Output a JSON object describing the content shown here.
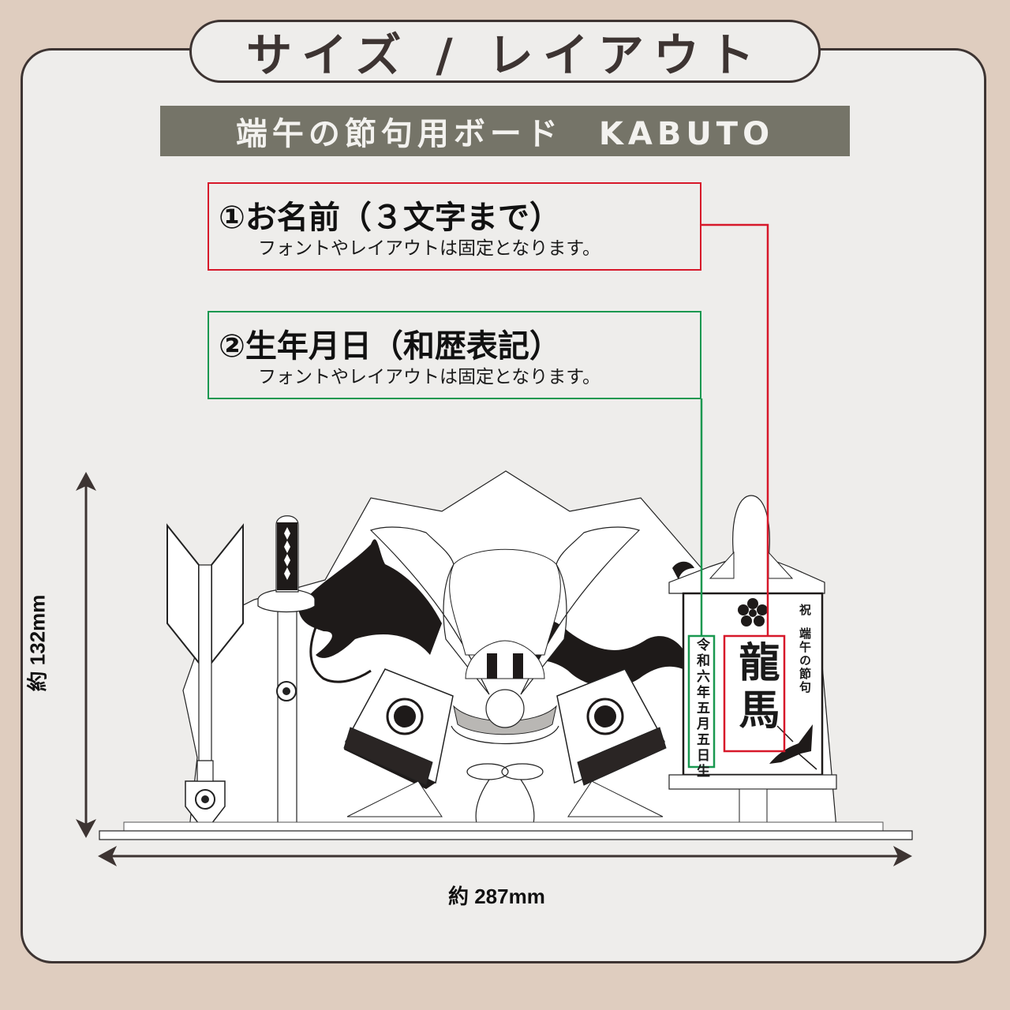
{
  "header": {
    "title": "サイズ / レイアウト"
  },
  "subtitle": {
    "text": "端午の節句用ボード　KABUTO"
  },
  "options": [
    {
      "number": "①",
      "title": "①お名前（３文字まで）",
      "note": "フォントやレイアウトは固定となります。",
      "color": "#d7182a"
    },
    {
      "number": "②",
      "title": "②生年月日（和歴表記）",
      "note": "フォントやレイアウトは固定となります。",
      "color": "#1a9850"
    }
  ],
  "plate": {
    "name": "龍馬",
    "date": "令和六年五月五日生",
    "iwai": "祝",
    "event": "端午の節句",
    "crest_icon": "kamon-flower-icon",
    "crane_icon": "crane-icon"
  },
  "dimensions": {
    "height": "約 132mm",
    "width": "約 287mm"
  },
  "colors": {
    "background": "#dfcdbf",
    "card": "#eeedeb",
    "border": "#3d3432",
    "subtitle_bg": "#757468",
    "name_highlight": "#d7182a",
    "date_highlight": "#1a9850"
  }
}
